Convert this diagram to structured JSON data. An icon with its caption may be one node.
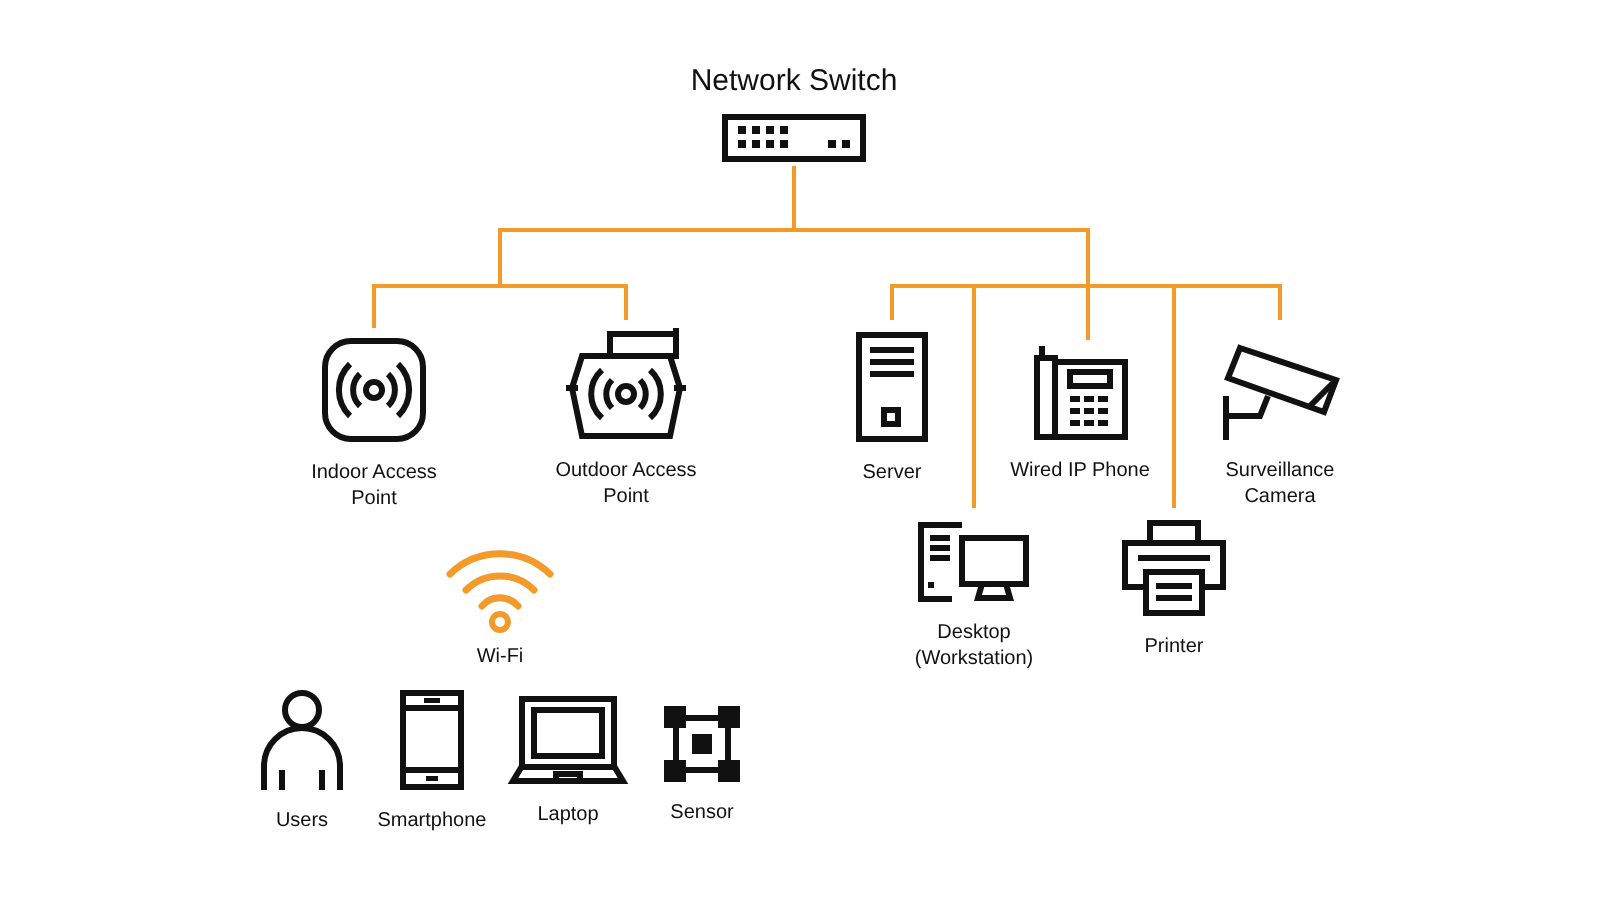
{
  "diagram": {
    "nodes": [
      {
        "text": [
          "Network Switch"
        ]
      },
      {
        "text": [
          "Indoor Access Point"
        ]
      },
      {
        "text": [
          "Outdoor Access Point"
        ]
      },
      {
        "text": [
          "Server"
        ]
      },
      {
        "text": [
          "Wired IP Phone"
        ]
      },
      {
        "text": [
          "Surveillance Camera"
        ]
      },
      {
        "text": [
          "Desktop (Workstation)"
        ]
      },
      {
        "text": [
          "Printer"
        ]
      },
      {
        "text": [
          "Wi-Fi"
        ]
      },
      {
        "text": [
          "Users"
        ]
      },
      {
        "text": [
          "Smartphone"
        ]
      },
      {
        "text": [
          "Laptop"
        ]
      },
      {
        "text": [
          "Sensor"
        ]
      }
    ],
    "edges": [
      {
        "from": 0,
        "to": 1,
        "arrow": "none"
      },
      {
        "from": 0,
        "to": 2,
        "arrow": "none"
      },
      {
        "from": 0,
        "to": 3,
        "arrow": "none"
      },
      {
        "from": 0,
        "to": 6,
        "arrow": "none"
      },
      {
        "from": 0,
        "to": 4,
        "arrow": "none"
      },
      {
        "from": 0,
        "to": 7,
        "arrow": "none"
      },
      {
        "from": 0,
        "to": 5,
        "arrow": "none"
      }
    ]
  }
}
